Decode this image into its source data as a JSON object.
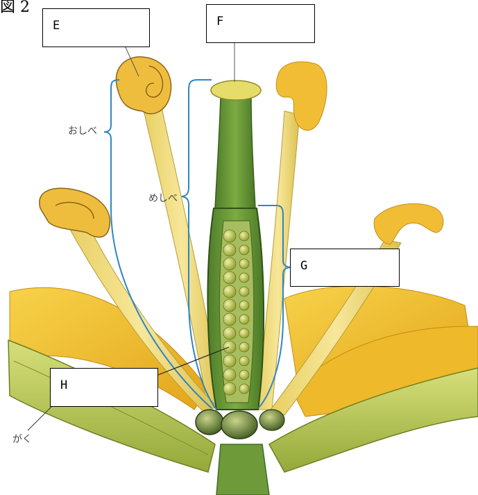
{
  "figure": {
    "title": "図 2"
  },
  "boxes": {
    "e": "E",
    "f": "F",
    "g": "G",
    "h": "H"
  },
  "labels": {
    "stamen": "おしべ",
    "pistil": "めしべ",
    "sepal": "がく"
  },
  "colors": {
    "petal": "#f2bd1e",
    "petal_dark": "#d79a12",
    "filament": "#ecd66a",
    "anther": "#eebc3c",
    "pistil": "#6c9a3a",
    "pistil_dark": "#3f6b22",
    "ovule": "#b7c24a",
    "sepal": "#b6c64e",
    "bracket": "#2c86c4"
  }
}
